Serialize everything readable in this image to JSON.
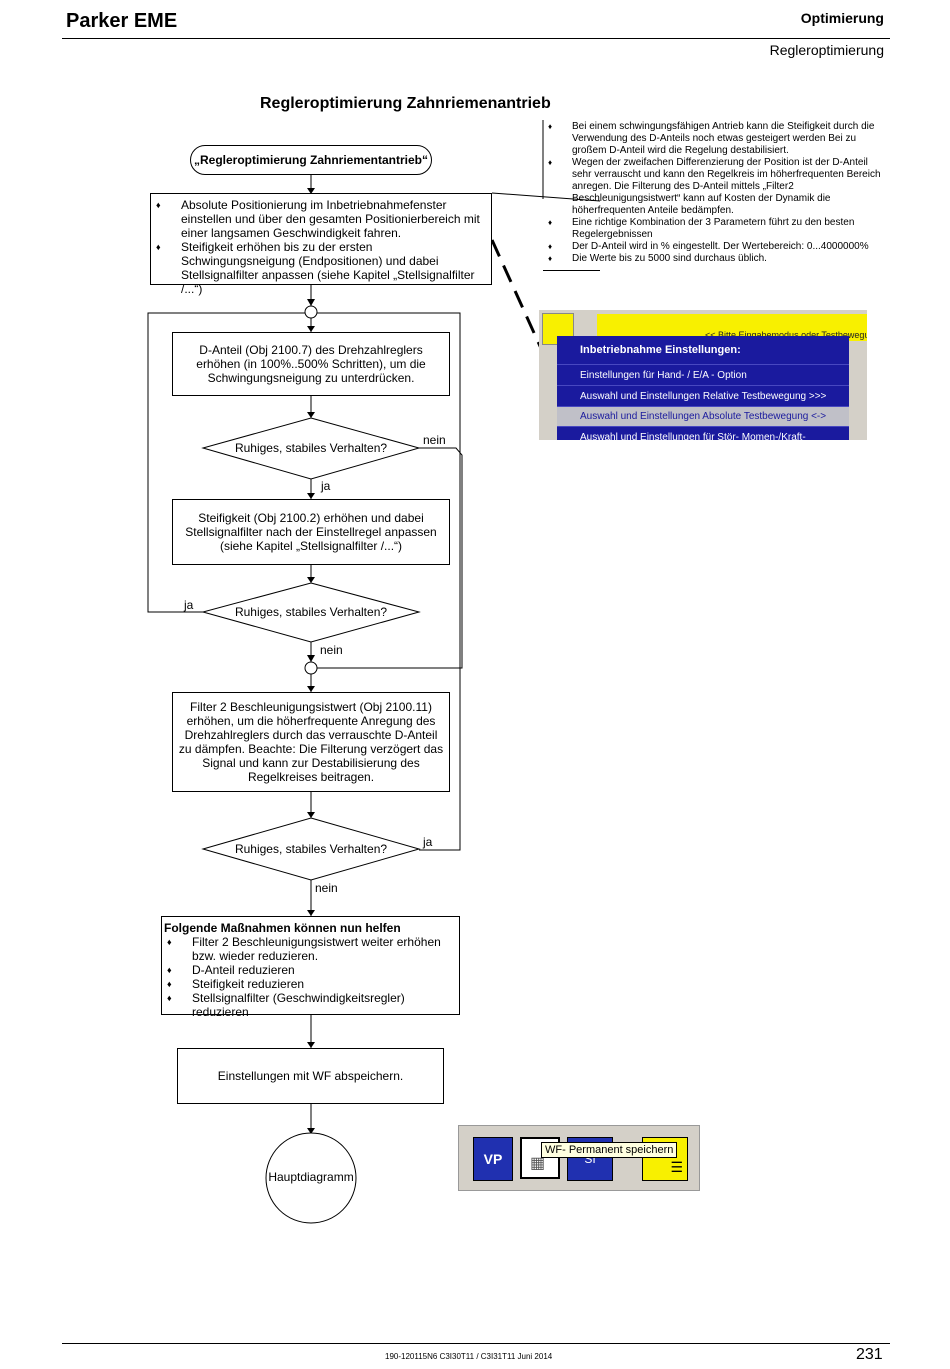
{
  "header": {
    "company": "Parker EME",
    "section": "Optimierung",
    "subsection": "Regleroptimierung"
  },
  "title": "Regleroptimierung Zahnriemenantrieb",
  "flow": {
    "start": "„Regleroptimierung Zahnriementantrieb“",
    "box1": [
      "Absolute Positionierung im Inbetriebnahmefenster einstellen und über den gesamten Positionierbereich mit einer langsamen Geschwindigkeit fahren.",
      "Steifigkeit erhöhen bis zu der ersten Schwingungsneigung (Endpositionen) und dabei Stellsignalfilter anpassen (siehe Kapitel „Stellsignalfilter /...“)"
    ],
    "box2": "D-Anteil (Obj 2100.7) des Drehzahlreglers erhöhen (in 100%..500% Schritten), um die Schwingungsneigung zu unterdrücken.",
    "decision1": "Ruhiges, stabiles Verhalten?",
    "decision1_no": "nein",
    "decision1_yes": "ja",
    "box3": "Steifigkeit (Obj 2100.2) erhöhen und dabei Stellsignalfilter nach der Einstellregel anpassen (siehe Kapitel „Stellsignalfilter /...“)",
    "decision2": "Ruhiges, stabiles Verhalten?",
    "decision2_yes": "ja",
    "decision2_no": "nein",
    "box4": "Filter 2 Beschleunigungsistwert (Obj 2100.11) erhöhen, um die höherfrequente Anregung des Drehzahlreglers durch das verrauschte D-Anteil zu dämpfen. Beachte: Die Filterung verzögert das Signal und kann zur Destabilisierung des Regelkreises beitragen.",
    "decision3": "Ruhiges, stabiles Verhalten?",
    "decision3_yes": "ja",
    "decision3_no": "nein",
    "box5_title": "Folgende Maßnahmen können nun helfen",
    "box5": [
      "Filter 2 Beschleunigungsistwert weiter erhöhen bzw. wieder reduzieren.",
      "D-Anteil reduzieren",
      "Steifigkeit reduzieren",
      "Stellsignalfilter (Geschwindigkeitsregler) reduzieren"
    ],
    "box6": "Einstellungen mit WF abspeichern.",
    "end": "Hauptdiagramm"
  },
  "note": [
    "Bei einem schwingungsfähigen Antrieb kann die Steifigkeit durch die Verwendung des D-Anteils noch etwas gesteigert werden Bei zu großem D-Anteil wird die Regelung destabilisiert.",
    "Wegen der zweifachen Differenzierung der Position ist der D-Anteil sehr verrauscht und kann den Regelkreis im höherfrequenten Bereich anregen. Die Filterung des D-Anteil mittels „Filter2 Beschleunigungsistwert“ kann auf Kosten der Dynamik die höherfrequenten Anteile bedämpfen.",
    "Eine richtige Kombination der 3 Parametern führt zu den besten Regelergebnissen",
    "Der D-Anteil wird in % eingestellt. Der Wertebereich: 0...4000000%",
    "Die Werte bis zu 5000 sind durchaus üblich."
  ],
  "menu": {
    "banner": "<< Bitte Eingabemodus oder Testbewegu",
    "title": "Inbetriebnahme Einstellungen:",
    "items": [
      "Einstellungen für Hand- / E/A - Option",
      "Auswahl und Einstellungen Relative Testbewegung >>>",
      "Auswahl und Einstellungen Absolute Testbewegung <->",
      "Auswahl und Einstellungen für Stör- Momen-/Kraft- Sprungantwort"
    ]
  },
  "toolbar": {
    "vp_label": "VP",
    "tooltip": "WF- Permanent speichern",
    "hidden_label": "SI"
  },
  "footer": {
    "doc": "190-120115N6 C3I30T11 / C3I31T11 Juni 2014",
    "page": "231"
  },
  "colors": {
    "menu_bg": "#1a1a9e",
    "menu_selected": "#c0c0c8",
    "yellow": "#f8f000",
    "toolbar_blue": "#2030b0",
    "tooltip_bg": "#ffffe0"
  }
}
